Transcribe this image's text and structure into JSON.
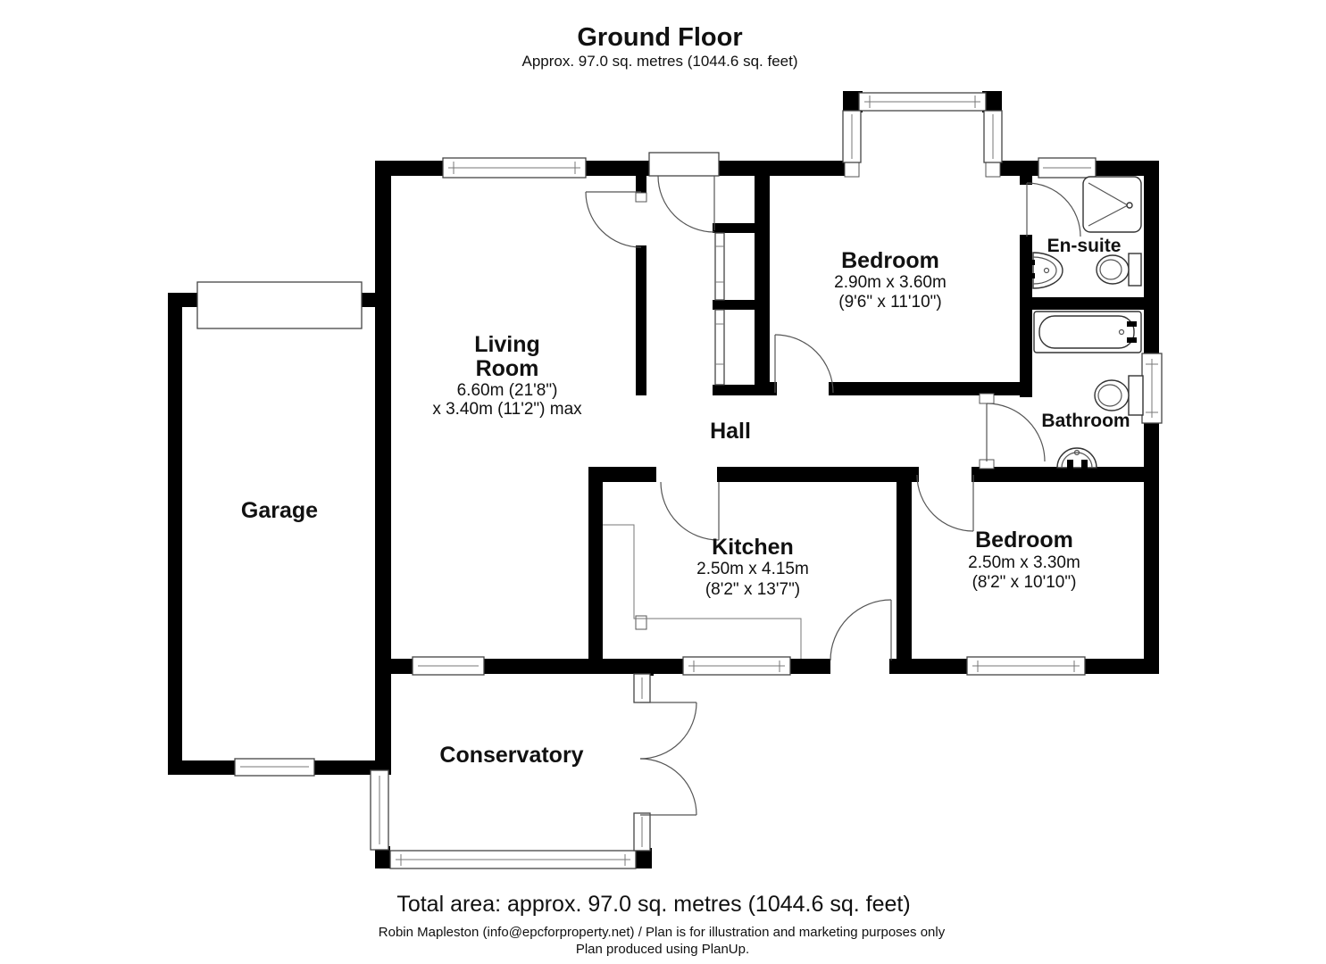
{
  "header": {
    "title": "Ground Floor",
    "subtitle": "Approx. 97.0 sq. metres (1044.6 sq. feet)"
  },
  "rooms": {
    "living_room": {
      "line1": "Living",
      "line2": "Room",
      "dim1": "6.60m (21'8\")",
      "dim2": "x 3.40m (11'2\") max"
    },
    "bedroom1": {
      "name": "Bedroom",
      "dim_metric": "2.90m x 3.60m",
      "dim_imperial": "(9'6\" x 11'10\")"
    },
    "ensuite": {
      "name": "En-suite"
    },
    "bathroom": {
      "name": "Bathroom"
    },
    "hall": {
      "name": "Hall"
    },
    "garage": {
      "name": "Garage"
    },
    "kitchen": {
      "name": "Kitchen",
      "dim_metric": "2.50m x 4.15m",
      "dim_imperial": "(8'2\" x 13'7\")"
    },
    "bedroom2": {
      "name": "Bedroom",
      "dim_metric": "2.50m x 3.30m",
      "dim_imperial": "(8'2\" x 10'10\")"
    },
    "conservatory": {
      "name": "Conservatory"
    }
  },
  "footer": {
    "total_area": "Total area: approx. 97.0 sq. metres (1044.6 sq. feet)",
    "credit": "Robin Mapleston (info@epcforproperty.net) / Plan is for illustration and marketing purposes only",
    "produced": "Plan produced using PlanUp."
  }
}
